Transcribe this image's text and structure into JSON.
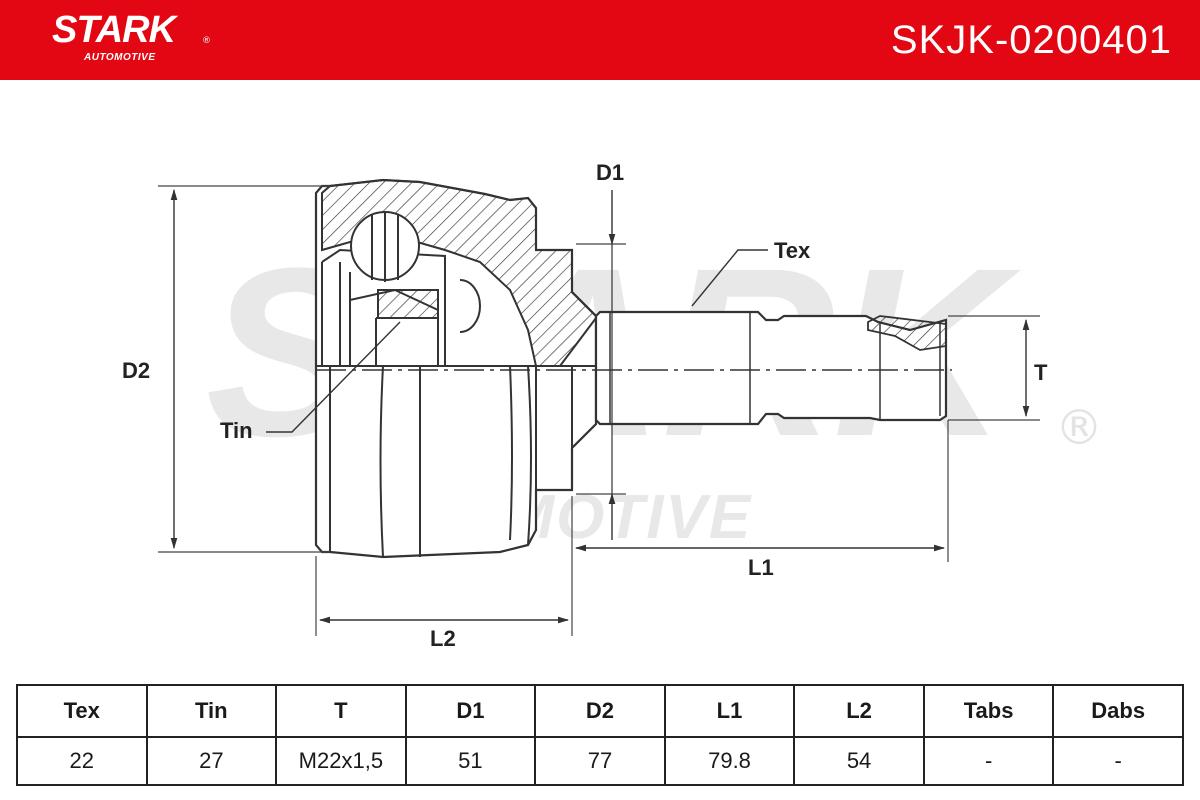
{
  "header": {
    "brand": "STARK",
    "brand_sub": "AUTOMOTIVE",
    "registered": "®",
    "part_number": "SKJK-0200401",
    "color": "#e30613"
  },
  "watermark": {
    "main": "STARK",
    "sub": "AUTOMOTIVE",
    "registered": "®"
  },
  "diagram": {
    "labels": {
      "d1": "D1",
      "d2": "D2",
      "tex": "Tex",
      "tin": "Tin",
      "t": "T",
      "l1": "L1",
      "l2": "L2"
    }
  },
  "table": {
    "headers": [
      "Tex",
      "Tin",
      "T",
      "D1",
      "D2",
      "L1",
      "L2",
      "Tabs",
      "Dabs"
    ],
    "values": [
      "22",
      "27",
      "M22x1,5",
      "51",
      "77",
      "79.8",
      "54",
      "-",
      "-"
    ]
  }
}
